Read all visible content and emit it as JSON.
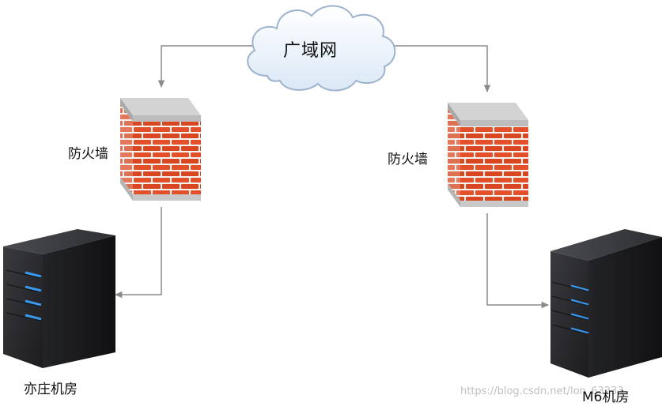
{
  "network": {
    "label": "广域网"
  },
  "firewalls": {
    "left": {
      "label": "防火墙"
    },
    "right": {
      "label": "防火墙"
    }
  },
  "datacenters": {
    "left": {
      "label": "亦庄机房"
    },
    "right": {
      "label": "M6机房"
    }
  },
  "watermark": {
    "text": "https://blog.csdn.net/lon_63233"
  },
  "colors": {
    "connector": "#8a8a8a",
    "brick": "#e0502a",
    "mortar": "#f2f2f2",
    "wall_cap": "#bdbdbd",
    "server_body": "#2a2b2e",
    "server_led": "#2f8be0",
    "cloud_fill": "#e9f1fb",
    "cloud_stroke": "#9db2cc"
  }
}
